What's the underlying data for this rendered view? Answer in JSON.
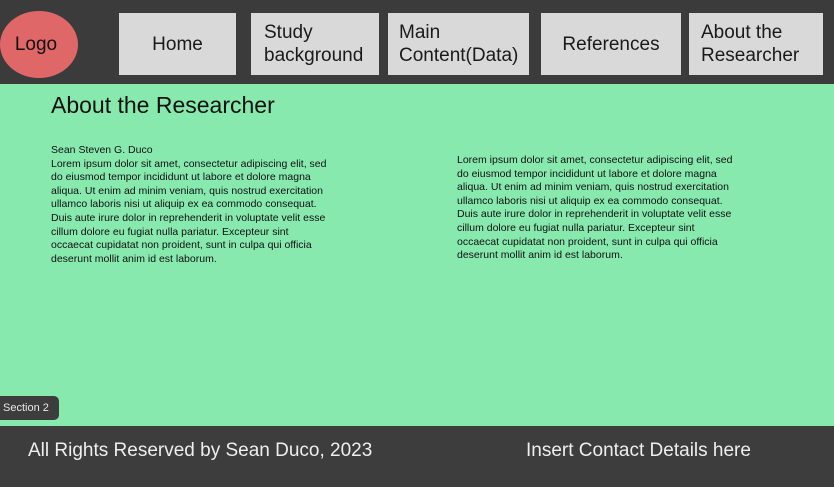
{
  "header": {
    "logo_label": "Logo",
    "nav": [
      {
        "label": "Home"
      },
      {
        "label": "Study\nbackground"
      },
      {
        "label": "Main\nContent(Data)"
      },
      {
        "label": "References"
      },
      {
        "label": "About the\nResearcher"
      }
    ]
  },
  "main": {
    "title": "About the Researcher",
    "left_column": {
      "name": "Sean Steven G. Duco",
      "text": "Lorem ipsum dolor sit amet, consectetur adipiscing elit, sed do eiusmod tempor incididunt ut labore et dolore magna aliqua. Ut enim ad minim veniam, quis nostrud exercitation ullamco laboris nisi ut aliquip ex ea commodo consequat. Duis aute irure dolor in reprehenderit in voluptate velit esse cillum dolore eu fugiat nulla pariatur. Excepteur sint occaecat cupidatat non proident, sunt in culpa qui officia deserunt mollit anim id est laborum."
    },
    "right_column": {
      "text": "Lorem ipsum dolor sit amet, consectetur adipiscing elit, sed do eiusmod tempor incididunt ut labore et dolore magna aliqua. Ut enim ad minim veniam, quis nostrud exercitation ullamco laboris nisi ut aliquip ex ea commodo consequat. Duis aute irure dolor in reprehenderit in voluptate velit esse cillum dolore eu fugiat nulla pariatur. Excepteur sint occaecat cupidatat non proident, sunt in culpa qui officia deserunt mollit anim id est laborum."
    },
    "section_tag": "Section 2"
  },
  "footer": {
    "copyright": "All Rights Reserved by Sean Duco, 2023",
    "contact": "Insert Contact Details here"
  },
  "colors": {
    "background_dark": "#3d3d3d",
    "logo": "#e06767",
    "nav_button": "#d9d9d9",
    "main_section": "#87e9ae",
    "footer_text": "#eeeeee"
  }
}
